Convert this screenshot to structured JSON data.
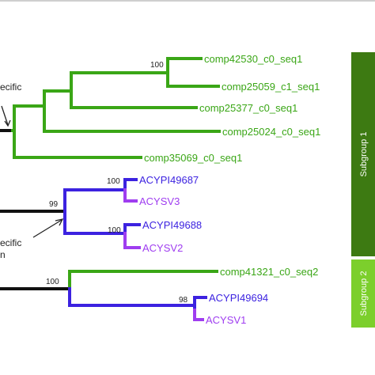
{
  "colors": {
    "green": "#3aa616",
    "blue": "#3c22e0",
    "violet": "#9f3df0",
    "black": "#111111",
    "subgroup1": "#3d7a12",
    "subgroup2": "#7ccf2c"
  },
  "leaves": [
    {
      "label": "comp42530_c0_seq1",
      "color": "#3aa616"
    },
    {
      "label": "comp25059_c1_seq1",
      "color": "#3aa616"
    },
    {
      "label": "comp25377_c0_seq1",
      "color": "#3aa616"
    },
    {
      "label": "comp25024_c0_seq1",
      "color": "#3aa616"
    },
    {
      "label": "comp35069_c0_seq1",
      "color": "#3aa616"
    },
    {
      "label": "ACYPI49687",
      "color": "#3c22e0"
    },
    {
      "label": "ACYSV3",
      "color": "#9f3df0"
    },
    {
      "label": "ACYPI49688",
      "color": "#3c22e0"
    },
    {
      "label": "ACYSV2",
      "color": "#9f3df0"
    },
    {
      "label": "comp41321_c0_seq2",
      "color": "#3aa616"
    },
    {
      "label": "ACYPI49694",
      "color": "#3c22e0"
    },
    {
      "label": "ACYSV1",
      "color": "#9f3df0"
    }
  ],
  "bootstrap": [
    "100",
    "100",
    "99",
    "100",
    "100",
    "98"
  ],
  "annotations": {
    "top": "ecific",
    "middle_line1": "ecific",
    "middle_line2": "n"
  },
  "subgroups": [
    {
      "label": "Subgroup 1"
    },
    {
      "label": "Subgroup 2"
    }
  ]
}
